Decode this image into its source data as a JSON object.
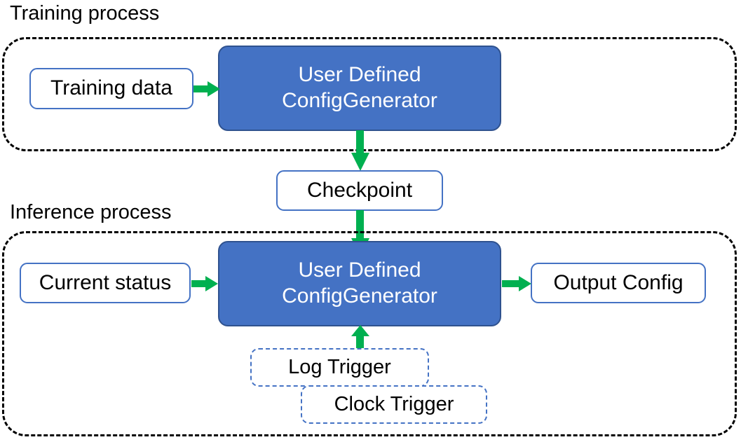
{
  "diagram": {
    "title_top": "Training process",
    "title_bottom": "Inference process",
    "colors": {
      "process_fill": "#4472C4",
      "process_stroke": "#2F528F",
      "node_stroke": "#4472C4",
      "arrow": "#00B050",
      "frame": "#000000",
      "text_dark": "#000000",
      "text_light": "#FFFFFF",
      "background": "#FFFFFF"
    }
  },
  "sections": [
    {
      "id": "training",
      "label": "Training process"
    },
    {
      "id": "inference",
      "label": "Inference process"
    }
  ],
  "nodes": {
    "training_data": {
      "label": "Training data",
      "kind": "outline"
    },
    "train_generator": {
      "line1": "User Defined",
      "line2": "ConfigGenerator",
      "kind": "filled"
    },
    "checkpoint": {
      "label": "Checkpoint",
      "kind": "outline"
    },
    "current_status": {
      "label": "Current status",
      "kind": "outline"
    },
    "infer_generator": {
      "line1": "User Defined",
      "line2": "ConfigGenerator",
      "kind": "filled"
    },
    "output_config": {
      "label": "Output Config",
      "kind": "outline"
    },
    "log_trigger": {
      "label": "Log Trigger",
      "kind": "dashed"
    },
    "clock_trigger": {
      "label": "Clock Trigger",
      "kind": "dashed"
    }
  },
  "edges": [
    {
      "id": "training-data-to-generator",
      "from": "training_data",
      "to": "train_generator",
      "direction": "right"
    },
    {
      "id": "generator-to-checkpoint",
      "from": "train_generator",
      "to": "checkpoint",
      "direction": "down"
    },
    {
      "id": "checkpoint-to-infer-generator",
      "from": "checkpoint",
      "to": "infer_generator",
      "direction": "down"
    },
    {
      "id": "current-status-to-generator",
      "from": "current_status",
      "to": "infer_generator",
      "direction": "right"
    },
    {
      "id": "generator-to-output-config",
      "from": "infer_generator",
      "to": "output_config",
      "direction": "right"
    },
    {
      "id": "triggers-to-generator",
      "from": "log_trigger",
      "to": "infer_generator",
      "direction": "up"
    }
  ]
}
